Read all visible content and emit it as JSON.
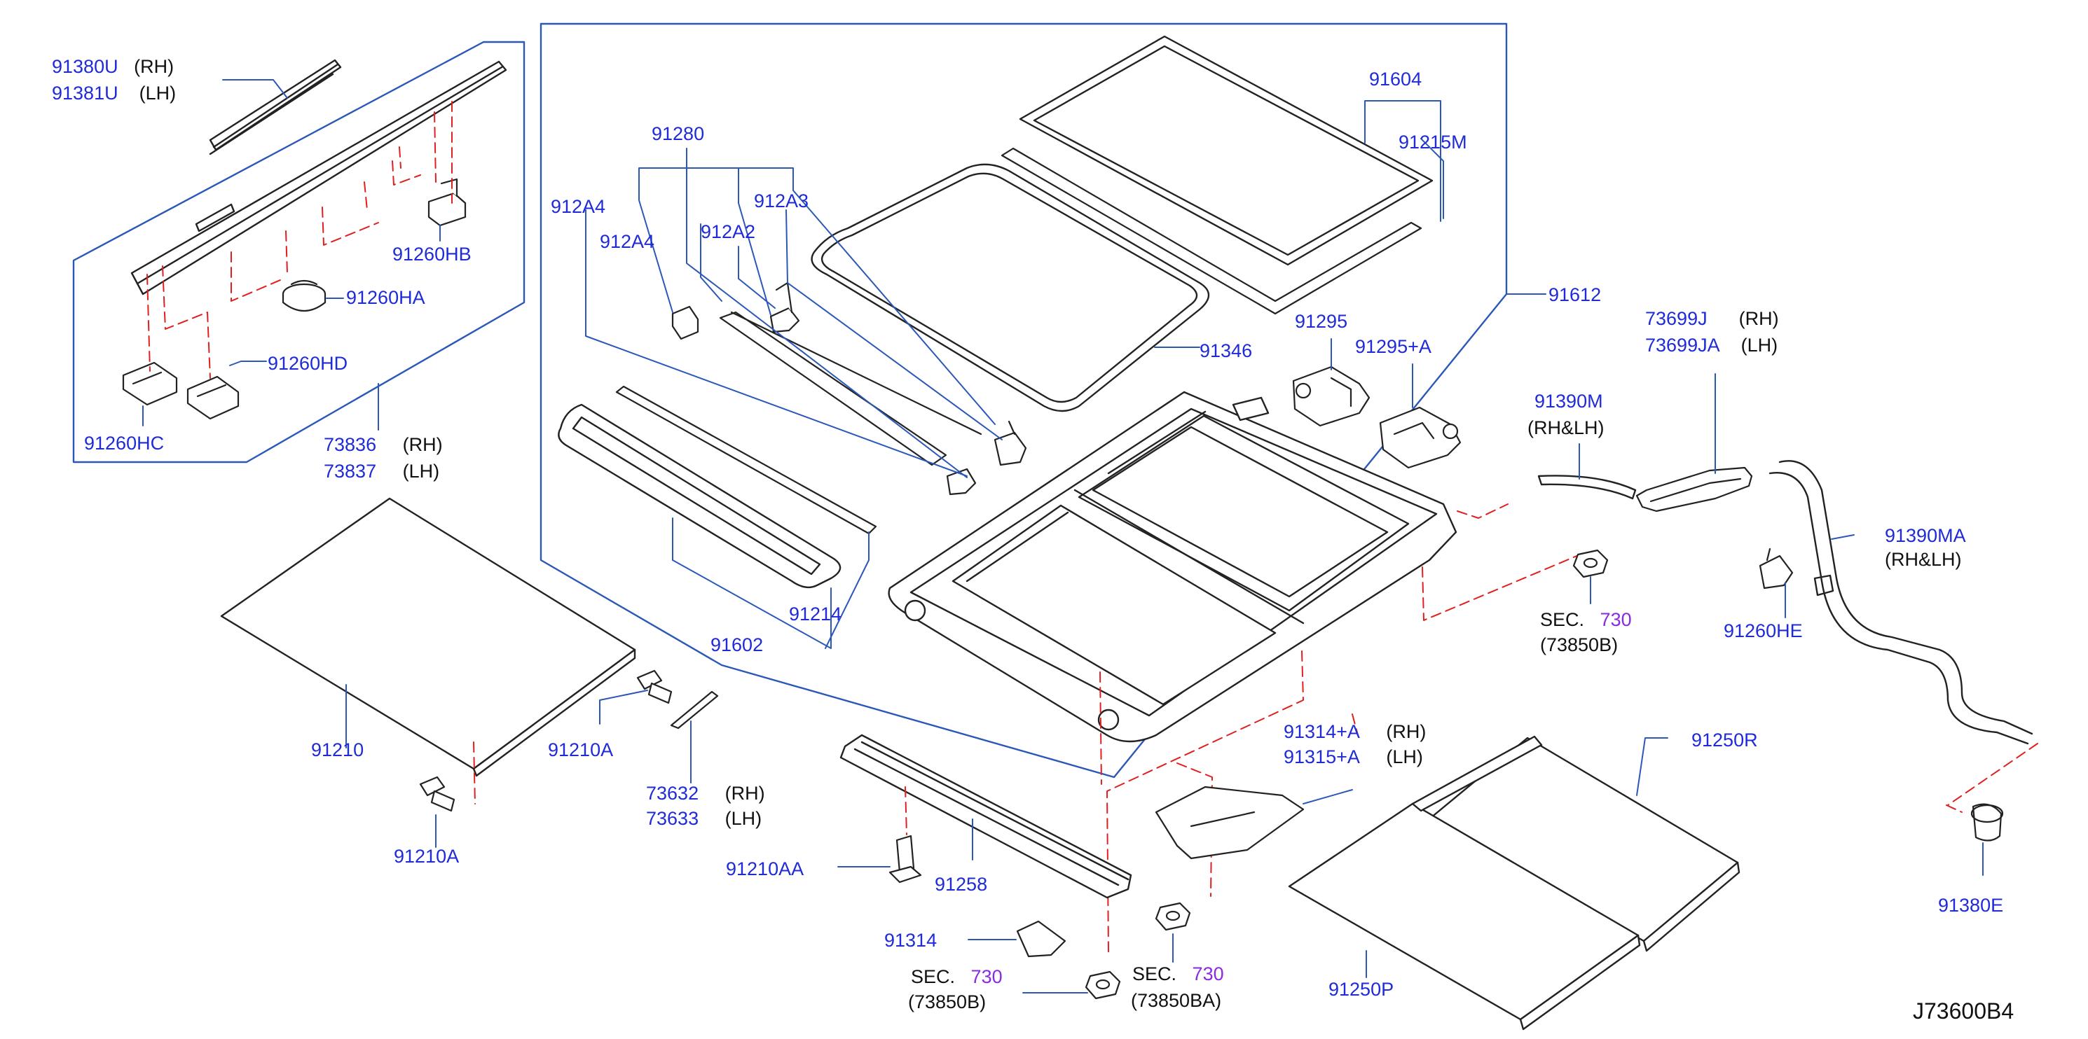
{
  "colors": {
    "part_number": "#1f2bd6",
    "qualifier": "#111111",
    "section_ref": "#8a2be2",
    "leader": "#2b58b8",
    "dash": "#e02020",
    "outline": "#222222"
  },
  "labels": [
    {
      "id": "91380U",
      "text": "91380U",
      "qual": "(RH)"
    },
    {
      "id": "91381U",
      "text": "91381U",
      "qual": "(LH)"
    },
    {
      "id": "91260HB",
      "text": "91260HB"
    },
    {
      "id": "91260HA",
      "text": "91260HA"
    },
    {
      "id": "91260HD",
      "text": "91260HD"
    },
    {
      "id": "91260HC",
      "text": "91260HC"
    },
    {
      "id": "73836",
      "text": "73836",
      "qual": "(RH)"
    },
    {
      "id": "73837",
      "text": "73837",
      "qual": "(LH)"
    },
    {
      "id": "91280",
      "text": "91280"
    },
    {
      "id": "912A4a",
      "text": "912A4"
    },
    {
      "id": "912A4b",
      "text": "912A4"
    },
    {
      "id": "912A3",
      "text": "912A3"
    },
    {
      "id": "912A2",
      "text": "912A2"
    },
    {
      "id": "91604",
      "text": "91604"
    },
    {
      "id": "91215M",
      "text": "91215M"
    },
    {
      "id": "91612",
      "text": "91612"
    },
    {
      "id": "91346",
      "text": "91346"
    },
    {
      "id": "91295",
      "text": "91295"
    },
    {
      "id": "91295A",
      "text": "91295+A"
    },
    {
      "id": "73699J",
      "text": "73699J",
      "qual": "(RH)"
    },
    {
      "id": "73699JA",
      "text": "73699JA",
      "qual": "(LH)"
    },
    {
      "id": "91390M",
      "text": "91390M",
      "qual": "(RH&LH)"
    },
    {
      "id": "91390MA",
      "text": "91390MA",
      "qual": "(RH&LH)"
    },
    {
      "id": "91260HE",
      "text": "91260HE"
    },
    {
      "id": "91214",
      "text": "91214"
    },
    {
      "id": "91602",
      "text": "91602"
    },
    {
      "id": "91210",
      "text": "91210"
    },
    {
      "id": "91210Aa",
      "text": "91210A"
    },
    {
      "id": "91210Ab",
      "text": "91210A"
    },
    {
      "id": "73632",
      "text": "73632",
      "qual": "(RH)"
    },
    {
      "id": "73633",
      "text": "73633",
      "qual": "(LH)"
    },
    {
      "id": "91210AA",
      "text": "91210AA"
    },
    {
      "id": "91258",
      "text": "91258"
    },
    {
      "id": "91314",
      "text": "91314"
    },
    {
      "id": "91314A",
      "text": "91314+A",
      "qual": "(RH)"
    },
    {
      "id": "91315A",
      "text": "91315+A",
      "qual": "(LH)"
    },
    {
      "id": "91250R",
      "text": "91250R"
    },
    {
      "id": "91250P",
      "text": "91250P"
    },
    {
      "id": "91380E",
      "text": "91380E"
    }
  ],
  "sections": [
    {
      "id": "sec1",
      "prefix": "SEC.",
      "num": "730",
      "ref": "(73850B)"
    },
    {
      "id": "sec2",
      "prefix": "SEC.",
      "num": "730",
      "ref": "(73850B)"
    },
    {
      "id": "sec3",
      "prefix": "SEC.",
      "num": "730",
      "ref": "(73850BA)"
    }
  ],
  "diagram_code": "J73600B4"
}
